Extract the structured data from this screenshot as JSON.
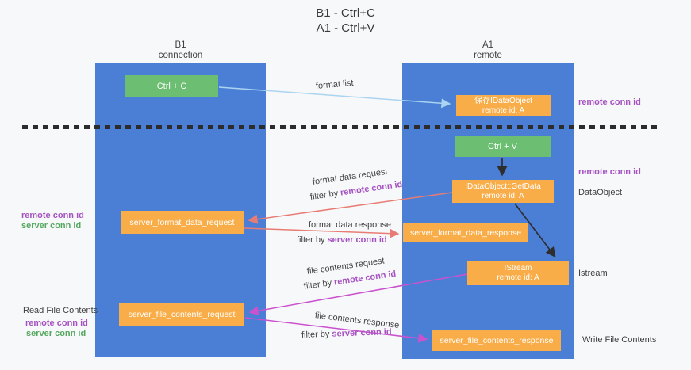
{
  "title": {
    "line1": "B1 - Ctrl+C",
    "line2": "A1 - Ctrl+V"
  },
  "columns": {
    "left": {
      "name": "B1",
      "role": "connection"
    },
    "right": {
      "name": "A1",
      "role": "remote"
    }
  },
  "boxes": {
    "ctrl_c": "Ctrl + C",
    "ctrl_v": "Ctrl + V",
    "save_idataobject": {
      "line1": "保存IDataObject",
      "line2": "remote id: A"
    },
    "getdata": {
      "line1": "IDataObject::GetData",
      "line2": "remote id: A"
    },
    "istream": {
      "line1": "IStream",
      "line2": "remote id: A"
    },
    "format_request": "server_format_data_request",
    "format_response": "server_format_data_response",
    "file_request": "server_file_contents_request",
    "file_response": "server_file_contents_response"
  },
  "side_labels": {
    "right_remote_conn_top": "remote conn id",
    "right_remote_conn_mid": "remote conn id",
    "dataobject": "DataObject",
    "istream": "Istream",
    "write_file_contents": "Write File Contents",
    "left_remote_conn_top": "remote conn id",
    "left_server_conn_top": "server conn id",
    "read_file_contents": "Read File Contents",
    "left_remote_conn_bottom": "remote conn id",
    "left_server_conn_bottom": "server conn id"
  },
  "flow_labels": {
    "format_list": "format list",
    "format_data_request": "format data request",
    "format_data_response": "format data response",
    "file_contents_request": "file contents request",
    "file_contents_response": "file contents response",
    "filter_by": "filter by",
    "remote_conn_id": "remote conn id",
    "server_conn_id": "server conn id"
  },
  "colors": {
    "lifeline_blue": "#4b7fd6",
    "box_orange": "#f9ad49",
    "box_green": "#6cbe72",
    "label_purple": "#a653c1",
    "label_green": "#53a85e",
    "arrow_red": "#e87c74",
    "arrow_magenta": "#cb52ce",
    "arrow_lightblue": "#aad4f0",
    "arrow_black": "#2e2e2e",
    "background": "#f7f8fa"
  }
}
